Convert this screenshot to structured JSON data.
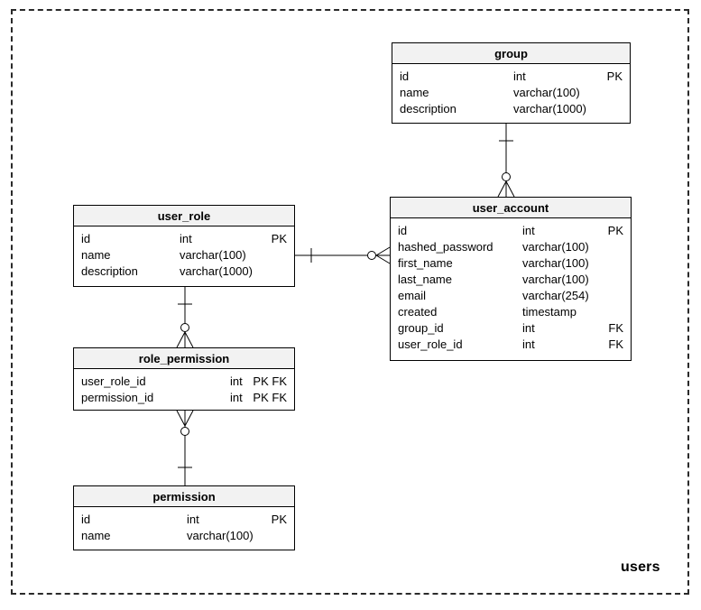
{
  "diagram_label": "users",
  "colors": {
    "table_header_bg": "#f2f2f2",
    "table_border": "#000000",
    "connector": "#000000",
    "background": "#ffffff"
  },
  "tables": {
    "group": {
      "title": "group",
      "rows": [
        {
          "name": "id",
          "type": "int",
          "key": "PK"
        },
        {
          "name": "name",
          "type": "varchar(100)",
          "key": ""
        },
        {
          "name": "description",
          "type": "varchar(1000)",
          "key": ""
        }
      ]
    },
    "user_account": {
      "title": "user_account",
      "rows": [
        {
          "name": "id",
          "type": "int",
          "key": "PK"
        },
        {
          "name": "hashed_password",
          "type": "varchar(100)",
          "key": ""
        },
        {
          "name": "first_name",
          "type": "varchar(100)",
          "key": ""
        },
        {
          "name": "last_name",
          "type": "varchar(100)",
          "key": ""
        },
        {
          "name": "email",
          "type": "varchar(254)",
          "key": ""
        },
        {
          "name": "created",
          "type": "timestamp",
          "key": ""
        },
        {
          "name": "group_id",
          "type": "int",
          "key": "FK"
        },
        {
          "name": "user_role_id",
          "type": "int",
          "key": "FK"
        }
      ]
    },
    "user_role": {
      "title": "user_role",
      "rows": [
        {
          "name": "id",
          "type": "int",
          "key": "PK"
        },
        {
          "name": "name",
          "type": "varchar(100)",
          "key": ""
        },
        {
          "name": "description",
          "type": "varchar(1000)",
          "key": ""
        }
      ]
    },
    "role_permission": {
      "title": "role_permission",
      "rows": [
        {
          "name": "user_role_id",
          "type": "int",
          "key": "PK FK"
        },
        {
          "name": "permission_id",
          "type": "int",
          "key": "PK FK"
        }
      ]
    },
    "permission": {
      "title": "permission",
      "rows": [
        {
          "name": "id",
          "type": "int",
          "key": "PK"
        },
        {
          "name": "name",
          "type": "varchar(100)",
          "key": ""
        }
      ]
    }
  },
  "relationships": [
    {
      "from_table": "group",
      "to_table": "user_account",
      "from_cardinality": "exactly-one",
      "to_cardinality": "zero-or-many"
    },
    {
      "from_table": "user_role",
      "to_table": "user_account",
      "from_cardinality": "exactly-one",
      "to_cardinality": "zero-or-many"
    },
    {
      "from_table": "user_role",
      "to_table": "role_permission",
      "from_cardinality": "exactly-one",
      "to_cardinality": "zero-or-many"
    },
    {
      "from_table": "permission",
      "to_table": "role_permission",
      "from_cardinality": "exactly-one",
      "to_cardinality": "zero-or-many"
    }
  ]
}
